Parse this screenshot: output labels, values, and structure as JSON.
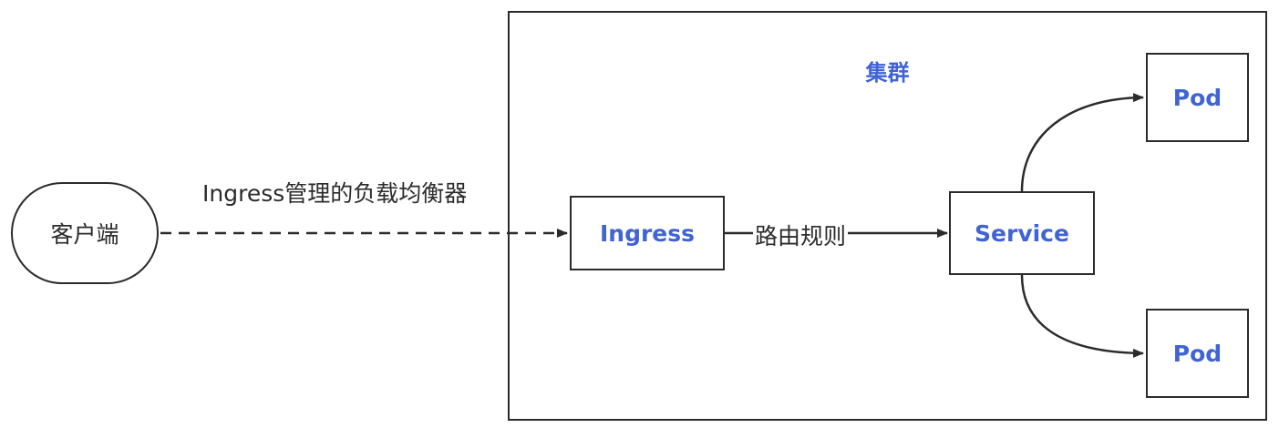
{
  "client": {
    "label": "客户端"
  },
  "cluster": {
    "title": "集群"
  },
  "nodes": {
    "ingress": "Ingress",
    "service": "Service",
    "pod_top": "Pod",
    "pod_bottom": "Pod"
  },
  "edges": {
    "client_to_ingress": "Ingress管理的负载均衡器",
    "ingress_to_service": "路由规则"
  },
  "colors": {
    "node_text": "#4063d6",
    "stroke": "#2b2b2b",
    "background": "#ffffff"
  }
}
